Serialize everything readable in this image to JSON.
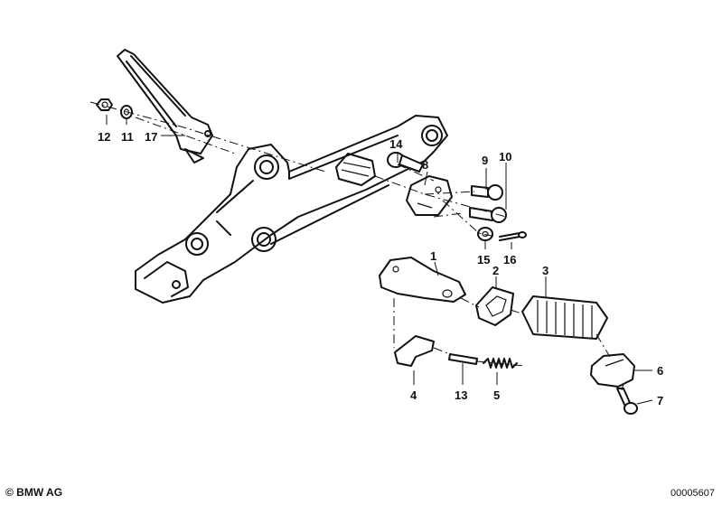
{
  "callouts": {
    "p1": "1",
    "p2": "2",
    "p3": "3",
    "p4": "4",
    "p5": "5",
    "p6": "6",
    "p7": "7",
    "p8": "8",
    "p9": "9",
    "p10": "10",
    "p11": "11",
    "p12": "12",
    "p13": "13",
    "p14": "14",
    "p15": "15",
    "p16": "16",
    "p17": "17"
  },
  "footer": {
    "copyright": "© BMW AG",
    "diagram_number": "00005607"
  }
}
